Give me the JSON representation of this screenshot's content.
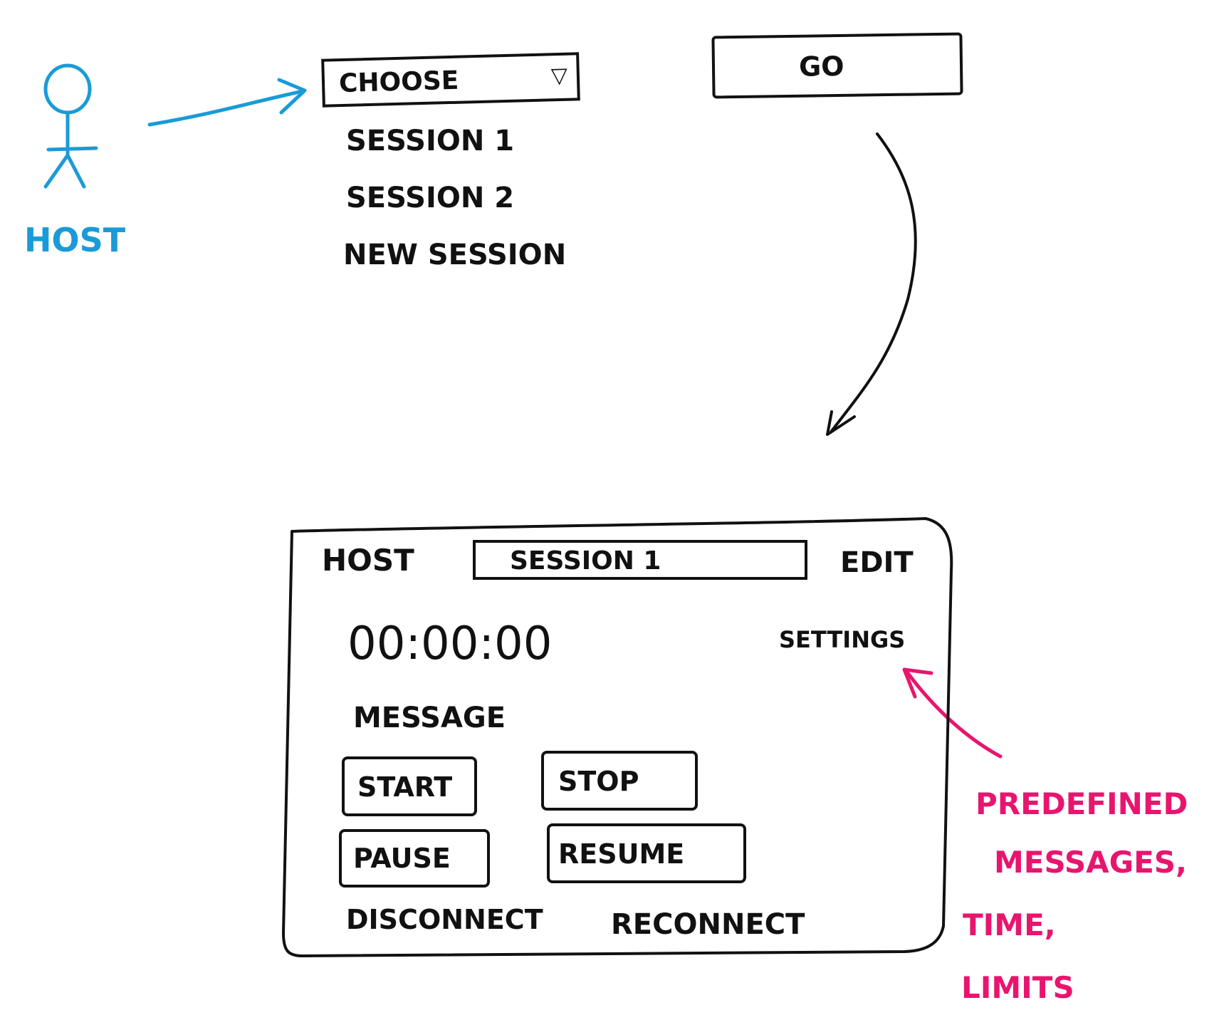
{
  "colors": {
    "ink": "#111111",
    "actor": "#1a9bd7",
    "note": "#e8156f"
  },
  "actor": {
    "label": "HOST",
    "icon": "stick-figure-icon"
  },
  "selector": {
    "dropdown_label": "CHOOSE",
    "dropdown_icon": "triangle-down-icon",
    "options": [
      "SESSION 1",
      "SESSION 2",
      "NEW SESSION"
    ],
    "go_label": "GO"
  },
  "host_screen": {
    "header": {
      "title": "HOST",
      "session_field": "SESSION 1",
      "edit_label": "EDIT"
    },
    "timer": "00:00:00",
    "settings_label": "SETTINGS",
    "message_label": "MESSAGE",
    "buttons": {
      "start": "START",
      "stop": "STOP",
      "pause": "PAUSE",
      "resume": "RESUME"
    },
    "footer": {
      "disconnect": "DISCONNECT",
      "reconnect": "RECONNECT"
    }
  },
  "annotation": {
    "lines": [
      "PREDEFINED",
      "MESSAGES,",
      "TIME,",
      "LIMITS"
    ]
  }
}
